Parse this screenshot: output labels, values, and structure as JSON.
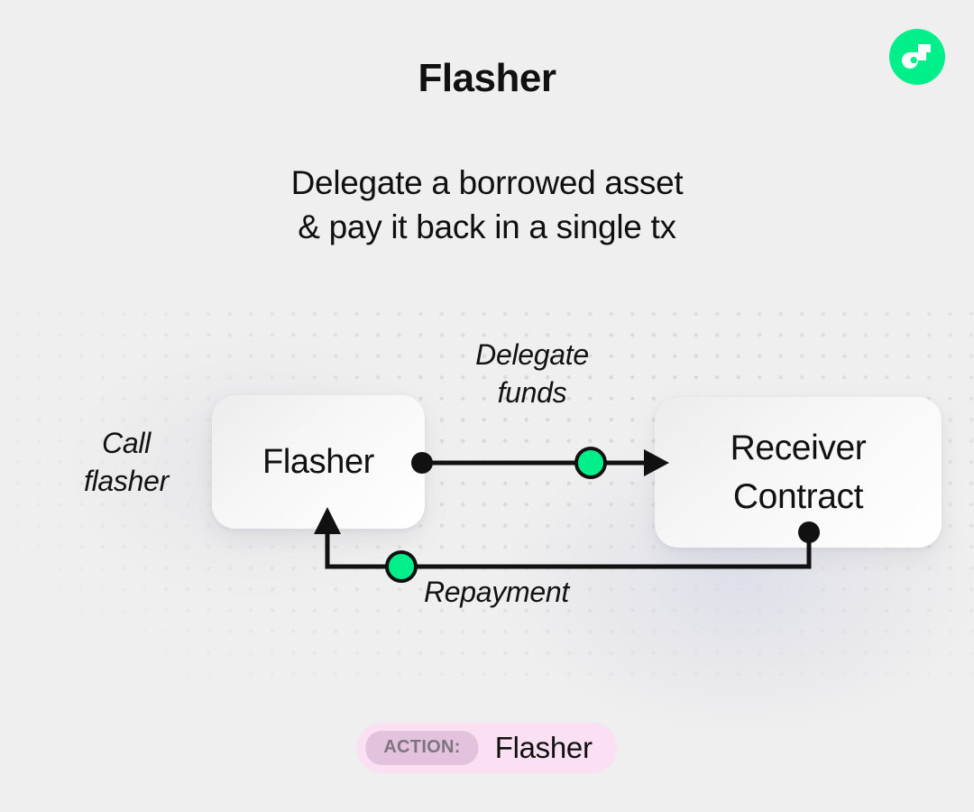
{
  "header": {
    "title": "Flasher",
    "subtitle_line1": "Delegate a borrowed asset",
    "subtitle_line2": "& pay it back in a single tx",
    "logo_name": "flow-logo"
  },
  "diagram": {
    "nodes": [
      {
        "id": "flasher",
        "label": "Flasher"
      },
      {
        "id": "receiver",
        "label": "Receiver\nContract"
      }
    ],
    "labels": {
      "call_flasher": "Call\nflasher",
      "delegate_funds": "Delegate\nfunds",
      "repayment": "Repayment"
    },
    "edges": [
      {
        "id": "delegate",
        "from": "flasher",
        "to": "receiver",
        "label": "Delegate funds",
        "direction": "right"
      },
      {
        "id": "repayment",
        "from": "receiver",
        "to": "flasher",
        "label": "Repayment",
        "direction": "left-up"
      }
    ]
  },
  "action_badge": {
    "key": "ACTION:",
    "value": "Flasher"
  },
  "colors": {
    "background": "#efefef",
    "accent_green": "#00ef8b",
    "node_white": "#ffffff",
    "stroke_black": "#111111",
    "badge_background": "#fbe0f3",
    "badge_key_background": "#e3c2dd",
    "badge_key_text": "#7e7580",
    "dot_grid": "#d9d9d9"
  }
}
